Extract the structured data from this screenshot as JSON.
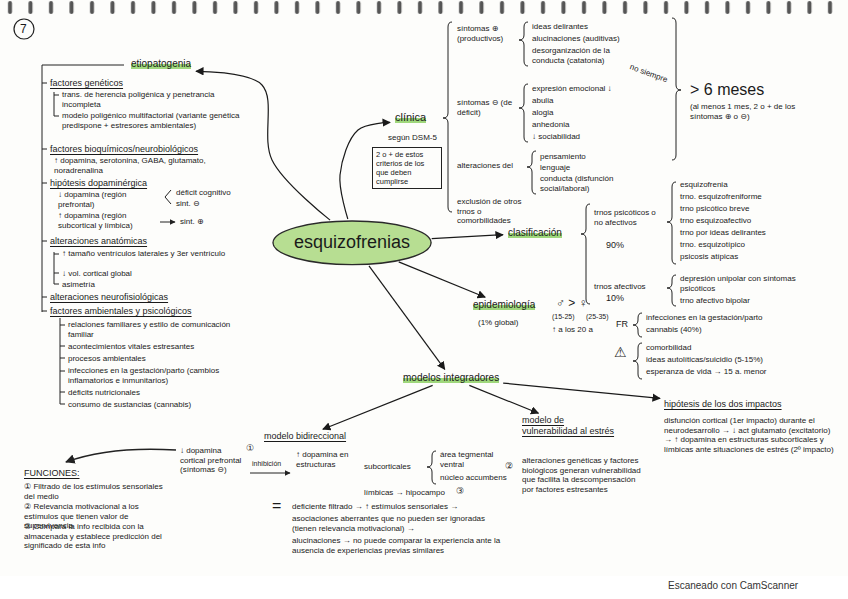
{
  "diagram": {
    "nodes": [
      {
        "text": [
          "esquizofrenias"
        ]
      },
      {
        "text": [
          "etiopatogenia"
        ]
      },
      {
        "text": [
          "clínica"
        ]
      },
      {
        "text": [
          "2 o + de estos criterios de los que deben cumplirse"
        ]
      },
      {
        "text": [
          "clasificación"
        ]
      },
      {
        "text": [
          "epidemiología"
        ]
      },
      {
        "text": [
          "modelos integradores"
        ]
      },
      {
        "text": [
          "modelo bidireccional"
        ]
      },
      {
        "text": [
          "modelo de vulnerabilidad al estrés"
        ]
      },
      {
        "text": [
          "hipótesis de los dos impactos"
        ]
      }
    ],
    "edges": [
      {
        "from": 0,
        "to": 1,
        "arrow": "to"
      },
      {
        "from": 0,
        "to": 2,
        "arrow": "to"
      },
      {
        "from": 0,
        "to": 4,
        "arrow": "to"
      },
      {
        "from": 0,
        "to": 5,
        "arrow": "to"
      },
      {
        "from": 0,
        "to": 6,
        "arrow": "to"
      },
      {
        "from": 6,
        "to": 7,
        "arrow": "to"
      },
      {
        "from": 6,
        "to": 8,
        "arrow": "to"
      },
      {
        "from": 6,
        "to": 9,
        "arrow": "to"
      }
    ],
    "labels": [
      "7",
      "factores genéticos",
      "trans. de herencia poligénica y penetrancia incompleta",
      "modelo poligénico multifactorial (variante genética predispone + estresores ambientales)",
      "factores bioquímicos/neurobiológicos",
      "↑ dopamina, serotonina, GABA, glutamato, noradrenalina",
      "hipótesis dopaminérgica",
      "↓ dopamina (región prefrontal)",
      "déficit cognitivo",
      "sint. ⊖",
      "↑ dopamina (región subcortical y límbica)",
      "sint. ⊕",
      "alteraciones anatómicas",
      "↑ tamaño ventrículos laterales y 3er ventrículo",
      "↓ vol. cortical global",
      "asimetría",
      "alteraciones neurofisiológicas",
      "factores ambientales y psicológicos",
      "relaciones familiares y estilo de comunicación familiar",
      "acontecimientos vitales estresantes",
      "procesos ambientales",
      "infecciones en la gestación/parto (cambios inflamatorios e inmunitarios)",
      "déficits nutricionales",
      "consumo de sustancias (cannabis)",
      "según DSM-5",
      "síntomas ⊕ (productivos)",
      "ideas delirantes",
      "alucinaciones (auditivas)",
      "desorganización de la conducta (catatonia)",
      "no siempre",
      "síntomas ⊖ (de déficit)",
      "expresión emocional ↓",
      "abulia",
      "alogia",
      "anhedonia",
      "↓ sociabilidad",
      "alteraciones del",
      "pensamiento",
      "lenguaje",
      "conducta (disfunción social/laboral)",
      "exclusión de otros trnos o comorbilidades",
      "> 6 meses",
      "(al menos 1 mes, 2 o + de los síntomas ⊕ o ⊖)",
      "trnos psicóticos o no afectivos",
      "90%",
      "esquizofrenia",
      "trno. esquizofreniforme",
      "trno psicótico breve",
      "trno esquizoafectivo",
      "trno por ideas delirantes",
      "trno. esquizotípico",
      "psicosis atípicas",
      "trnos afectivos",
      "10%",
      "depresión unipolar con síntomas psicóticos",
      "trno afectivo bipolar",
      "(1% global)",
      "♂ > ♀",
      "(15-25)",
      "(25-35)",
      "↑ a los 20 a",
      "FR",
      "infecciones en la gestación/parto",
      "cannabis (40%)",
      "⚠",
      "comorbilidad",
      "ideas autolíticas/suicidio (5-15%)",
      "esperanza de vida → 15 a. menor",
      "↓ dopamina cortical prefrontal (síntomas ⊖)",
      "①",
      "inhibición",
      "↑ dopamina en estructuras",
      "subcorticales",
      "área tegmental ventral",
      "núcleo accumbens",
      "②",
      "límbicas → hipocampo",
      "③",
      "=",
      "deficiente filtrado → ↑ estímulos sensoriales →",
      "asociaciones aberrantes que no pueden ser ignoradas (tienen relevancia motivacional) →",
      "alucinaciones → no puede comparar la experiencia ante la ausencia de experiencias previas similares",
      "FUNCIONES:",
      "① Filtrado de los estímulos sensoriales del medio",
      "② Relevancia motivacional a los estímulos que tienen valor de supervivencia",
      "③ Compara la info recibida con la almacenada y establece predicción del significado de esta info",
      "alteraciones genéticas y factores biológicos generan vulnerabilidad que facilita la descompensación por factores estresantes",
      "disfunción cortical (1er impacto) durante el neurodesarrollo → ↓ act glutamato (excitatorio) → ↑ dopamina en estructuras subcorticales y límbicas ante situaciones de estrés (2º impacto)",
      "Escaneado con CamScanner"
    ]
  }
}
